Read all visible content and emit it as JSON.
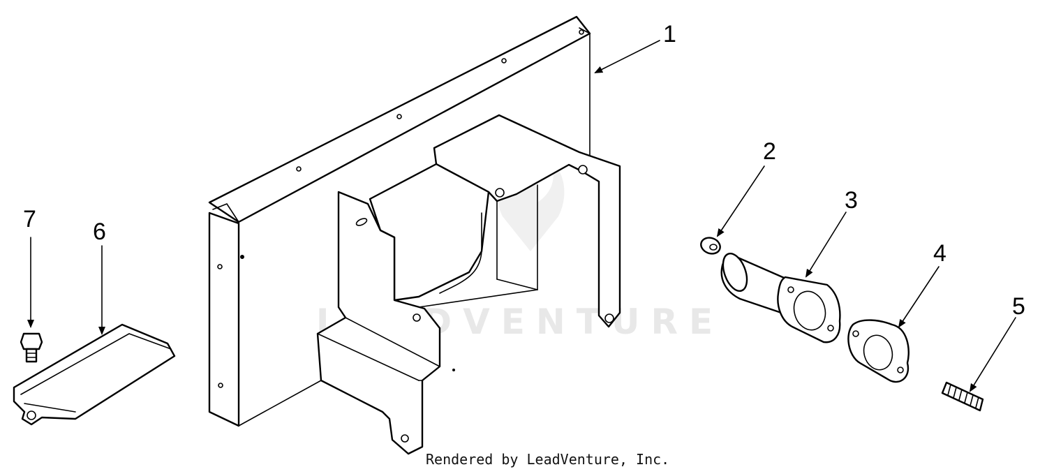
{
  "callouts": [
    {
      "id": "1",
      "label": "1"
    },
    {
      "id": "2",
      "label": "2"
    },
    {
      "id": "3",
      "label": "3"
    },
    {
      "id": "4",
      "label": "4"
    },
    {
      "id": "5",
      "label": "5"
    },
    {
      "id": "6",
      "label": "6"
    },
    {
      "id": "7",
      "label": "7"
    }
  ],
  "watermark": "LEADVENTURE",
  "credit": "Rendered by LeadVenture, Inc.",
  "colors": {
    "line": "#000000",
    "background": "#ffffff",
    "watermark": "#e6e6e6"
  }
}
